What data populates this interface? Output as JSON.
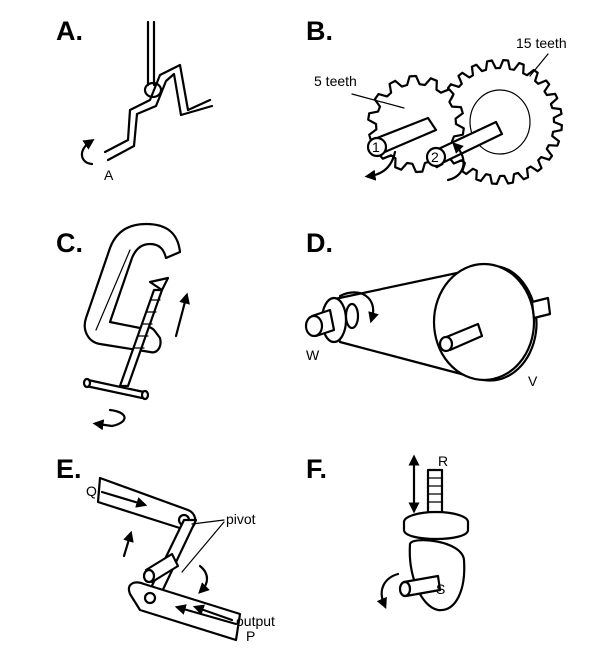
{
  "panels": {
    "a": {
      "letter": "A.",
      "handle_label": "A"
    },
    "b": {
      "letter": "B.",
      "small_gear_label": "5 teeth",
      "large_gear_label": "15 teeth",
      "shaft_1_label": "1",
      "shaft_2_label": "2"
    },
    "c": {
      "letter": "C."
    },
    "d": {
      "letter": "D.",
      "small_pulley_label": "W",
      "large_pulley_label": "V"
    },
    "e": {
      "letter": "E.",
      "input_label": "Q",
      "pivot_label": "pivot",
      "output_label": "output",
      "output_letter": "P"
    },
    "f": {
      "letter": "F.",
      "rod_label": "R",
      "shaft_label": "S"
    }
  }
}
